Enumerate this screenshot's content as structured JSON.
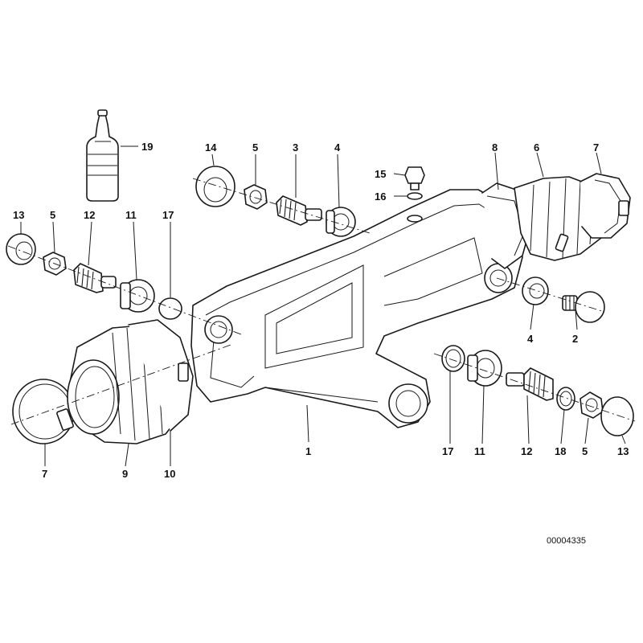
{
  "document_number": "00004335",
  "callouts": [
    {
      "id": "c19",
      "label": "19"
    },
    {
      "id": "c14",
      "label": "14"
    },
    {
      "id": "c5a",
      "label": "5"
    },
    {
      "id": "c3",
      "label": "3"
    },
    {
      "id": "c4a",
      "label": "4"
    },
    {
      "id": "c15",
      "label": "15"
    },
    {
      "id": "c16",
      "label": "16"
    },
    {
      "id": "c8",
      "label": "8"
    },
    {
      "id": "c6",
      "label": "6"
    },
    {
      "id": "c7a",
      "label": "7"
    },
    {
      "id": "c13a",
      "label": "13"
    },
    {
      "id": "c5b",
      "label": "5"
    },
    {
      "id": "c12a",
      "label": "12"
    },
    {
      "id": "c11a",
      "label": "11"
    },
    {
      "id": "c17a",
      "label": "17"
    },
    {
      "id": "c4b",
      "label": "4"
    },
    {
      "id": "c2",
      "label": "2"
    },
    {
      "id": "c1",
      "label": "1"
    },
    {
      "id": "c7b",
      "label": "7"
    },
    {
      "id": "c9",
      "label": "9"
    },
    {
      "id": "c10",
      "label": "10"
    },
    {
      "id": "c17b",
      "label": "17"
    },
    {
      "id": "c11b",
      "label": "11"
    },
    {
      "id": "c12b",
      "label": "12"
    },
    {
      "id": "c18",
      "label": "18"
    },
    {
      "id": "c5c",
      "label": "5"
    },
    {
      "id": "c13b",
      "label": "13"
    }
  ]
}
